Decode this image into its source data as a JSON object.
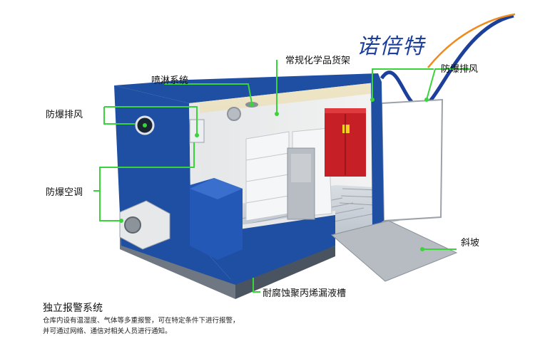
{
  "brand": {
    "text": "诺倍特"
  },
  "labels": {
    "spray": "喷淋系统",
    "exhaust_left": "防爆排风",
    "ac": "防爆空调",
    "shelf": "常规化学品货架",
    "exhaust_right": "防爆排风",
    "ramp": "斜坡",
    "tank": "耐腐蚀聚丙烯漏液槽"
  },
  "alarm": {
    "title": "独立报警系统",
    "line1": "仓库内设有温湿度、气体等多重报警，可在特定条件下进行报警，",
    "line2": "并可通过网络、通信对相关人员进行通知。"
  },
  "colors": {
    "wall_blue": "#1f4fa3",
    "callout_green": "#39d43a",
    "cabinet_red": "#c62026",
    "brand_blue": "#1c3f9c"
  }
}
